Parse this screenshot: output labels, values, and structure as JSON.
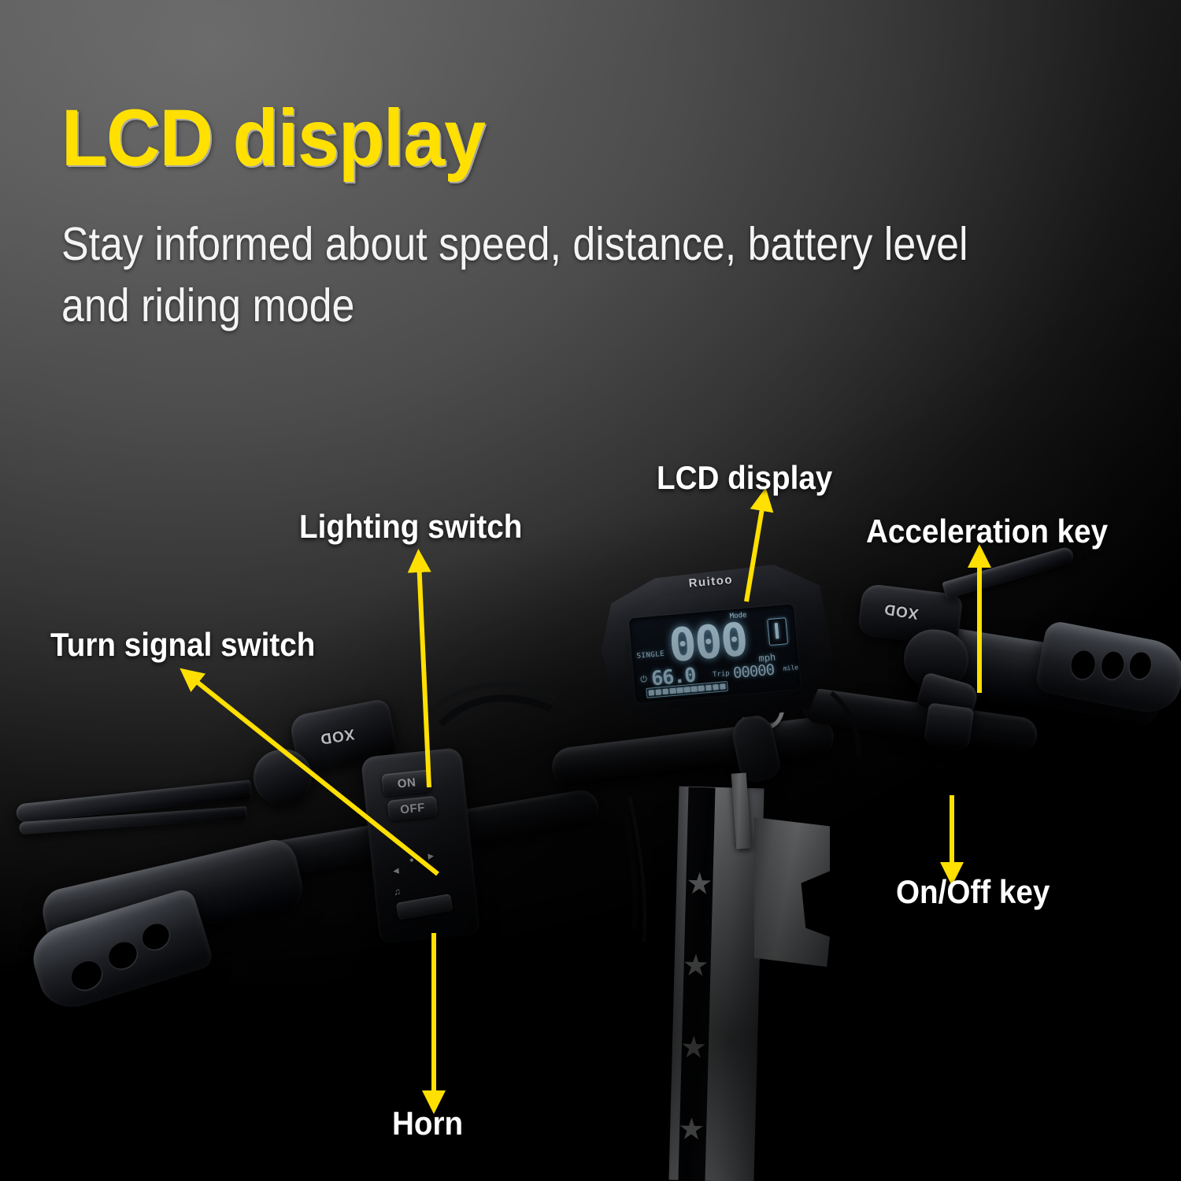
{
  "header": {
    "title": "LCD display",
    "subtitle": "Stay informed about speed, distance, battery level and riding mode",
    "title_color": "#ffe000",
    "subtitle_color": "#f4f4f4"
  },
  "theme": {
    "accent": "#ffe000",
    "arrow_color": "#ffe000",
    "label_color": "#ffffff",
    "background_from": "#6a6a6a",
    "background_to": "#000000",
    "lcd_segment_color": "#bfe6fb"
  },
  "callouts": [
    {
      "id": "turn-signal-switch",
      "label": "Turn signal switch"
    },
    {
      "id": "lighting-switch",
      "label": "Lighting switch"
    },
    {
      "id": "lcd-display",
      "label": "LCD display"
    },
    {
      "id": "acceleration-key",
      "label": "Acceleration key"
    },
    {
      "id": "on-off-key",
      "label": "On/Off key"
    },
    {
      "id": "horn",
      "label": "Horn"
    }
  ],
  "lcd": {
    "brand": "Ruitoo",
    "speed": "000",
    "speed_unit": "mph",
    "mode_label": "Mode",
    "mode_value": "1",
    "single_label": "SINGLE",
    "voltage": "66.0",
    "trip_label": "Trip",
    "trip_value": "00000",
    "trip_unit": "mile",
    "battery_icon": "battery-icon",
    "battery_segments": 11,
    "battery_filled": 11
  },
  "hardware": {
    "brake_lever_brand_left": "XOD",
    "brake_lever_brand_right": "XOD",
    "light_switch_on": "ON",
    "light_switch_off": "OFF",
    "turn_left_icon": "turn-left-arrow-icon",
    "turn_right_icon": "turn-right-arrow-icon",
    "horn_icon": "horn-icon",
    "stem_decor": "star"
  }
}
